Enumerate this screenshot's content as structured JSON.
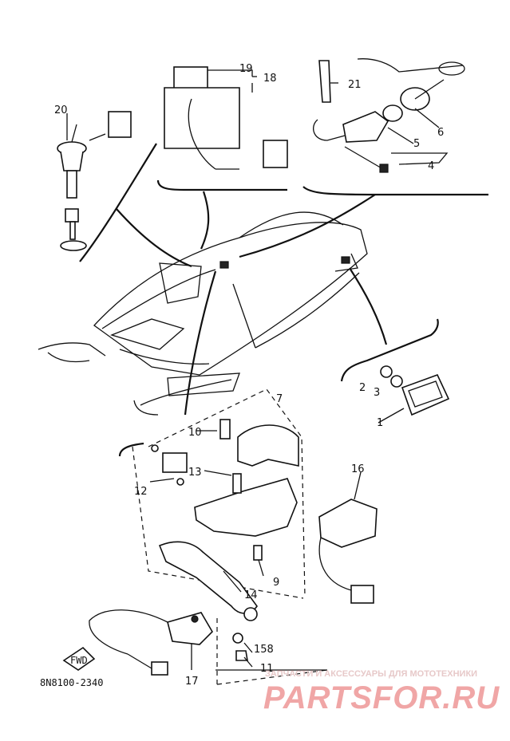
{
  "diagram": {
    "callouts": [
      {
        "id": "c1",
        "text": "1"
      },
      {
        "id": "c2",
        "text": "2"
      },
      {
        "id": "c3",
        "text": "3"
      },
      {
        "id": "c4",
        "text": "4"
      },
      {
        "id": "c5",
        "text": "5"
      },
      {
        "id": "c6",
        "text": "6"
      },
      {
        "id": "c7",
        "text": "7"
      },
      {
        "id": "c9",
        "text": "9"
      },
      {
        "id": "c10",
        "text": "10"
      },
      {
        "id": "c11",
        "text": "11"
      },
      {
        "id": "c12",
        "text": "12"
      },
      {
        "id": "c13",
        "text": "13"
      },
      {
        "id": "c14",
        "text": "14"
      },
      {
        "id": "c158",
        "text": "158"
      },
      {
        "id": "c16",
        "text": "16"
      },
      {
        "id": "c17",
        "text": "17"
      },
      {
        "id": "c18",
        "text": "18"
      },
      {
        "id": "c19",
        "text": "19"
      },
      {
        "id": "c20",
        "text": "20"
      },
      {
        "id": "c21",
        "text": "21"
      }
    ],
    "drawing_code": "8N8100-2340",
    "fwd_marker": "FWD"
  },
  "watermark": {
    "tagline": "ЗАПЧАСТИ И АКСЕССУАРЫ ДЛЯ МОТОТЕХНИКИ",
    "brand": "PARTSFOR.RU"
  },
  "colors": {
    "ink": "#111111",
    "watermark_brand": "#f0a6a6",
    "watermark_tagline": "#e7c9c9"
  }
}
